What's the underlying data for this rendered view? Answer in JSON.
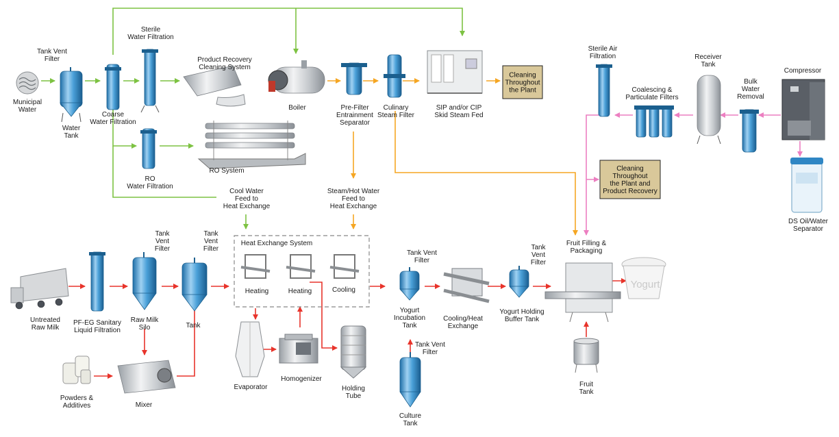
{
  "labels": {
    "municipal_water": [
      "Municipal",
      "Water"
    ],
    "tank_vent_filter_top": [
      "Tank Vent",
      "Filter"
    ],
    "water_tank": [
      "Water",
      "Tank"
    ],
    "coarse_filtration": [
      "Coarse",
      "Water Filtration"
    ],
    "sterile_water_filtration": [
      "Sterile",
      "Water Filtration"
    ],
    "product_recovery": [
      "Product Recovery",
      "Cleaning System"
    ],
    "ro_filtration": [
      "RO",
      "Water Filtration"
    ],
    "ro_system": [
      "RO System"
    ],
    "boiler": [
      "Boiler"
    ],
    "prefilter": [
      "Pre-Filter",
      "Entrainment",
      "Separator"
    ],
    "culinary_filter": [
      "Culinary",
      "Steam Filter"
    ],
    "sip_cip": [
      "SIP and/or CIP",
      "Skid Steam Fed"
    ],
    "cool_water": [
      "Cool Water",
      "Feed to",
      "Heat Exchange"
    ],
    "steam_hot_water": [
      "Steam/Hot Water",
      "Feed to",
      "Heat Exchange"
    ],
    "sterile_air": [
      "Sterile Air",
      "Filtration"
    ],
    "coalescing": [
      "Coalescing &",
      "Particulate Filters"
    ],
    "receiver_tank": [
      "Receiver",
      "Tank"
    ],
    "bulk_water": [
      "Bulk",
      "Water",
      "Removal"
    ],
    "compressor": [
      "Compressor"
    ],
    "ds_separator": [
      "DS Oil/Water",
      "Separator"
    ],
    "untreated_milk": [
      "Untreated",
      "Raw Milk"
    ],
    "pfeg_filtration": [
      "PF-EG Sanitary",
      "Liquid Filtration"
    ],
    "raw_milk_silo": [
      "Raw Milk",
      "Silo"
    ],
    "tank_vent_silo": [
      "Tank",
      "Vent",
      "Filter"
    ],
    "tank_vent_tank": [
      "Tank",
      "Vent",
      "Filter"
    ],
    "tank": [
      "Tank"
    ],
    "powders": [
      "Powders &",
      "Additives"
    ],
    "mixer": [
      "Mixer"
    ],
    "heat_exchange_system": [
      "Heat Exchange System"
    ],
    "heating1": [
      "Heating"
    ],
    "heating2": [
      "Heating"
    ],
    "cooling": [
      "Cooling"
    ],
    "evaporator": [
      "Evaporator"
    ],
    "homogenizer": [
      "Homogenizer"
    ],
    "holding_tube": [
      "Holding",
      "Tube"
    ],
    "tank_vent_incubation": [
      "Tank Vent",
      "Filter"
    ],
    "incubation_tank": [
      "Yogurt",
      "Incubation",
      "Tank"
    ],
    "tank_vent_culture": [
      "Tank Vent",
      "Filter"
    ],
    "culture_tank": [
      "Culture",
      "Tank"
    ],
    "cooling_heat_exchange": [
      "Cooling/Heat",
      "Exchange"
    ],
    "tank_vent_buffer": [
      "Tank",
      "Vent",
      "Filter"
    ],
    "buffer_tank": [
      "Yogurt Holding",
      "Buffer Tank"
    ],
    "fruit_filling": [
      "Fruit Filling &",
      "Packaging"
    ],
    "fruit_tank": [
      "Fruit",
      "Tank"
    ]
  },
  "boxes": {
    "cleaning_plant": [
      "Cleaning",
      "Throughout",
      "the Plant"
    ],
    "cleaning_product": [
      "Cleaning",
      "Throughout",
      "the Plant and",
      "Product Recovery"
    ]
  },
  "product_text": {
    "yogurt_cup": "Yogurt"
  },
  "colors": {
    "water_line": "#7dc242",
    "steam_line": "#f5a623",
    "air_line": "#ec7fc1",
    "product_line": "#e8342b",
    "box_fill": "#d9c89a",
    "tank_blue": "#2f86c4"
  },
  "icons": [
    "water-source-icon",
    "vent-filter-icon",
    "tank-icon",
    "filter-housing-icon",
    "boiler-icon",
    "skid-icon",
    "tanker-truck-icon",
    "mixer-icon",
    "compressor-icon",
    "yogurt-cup-icon"
  ]
}
